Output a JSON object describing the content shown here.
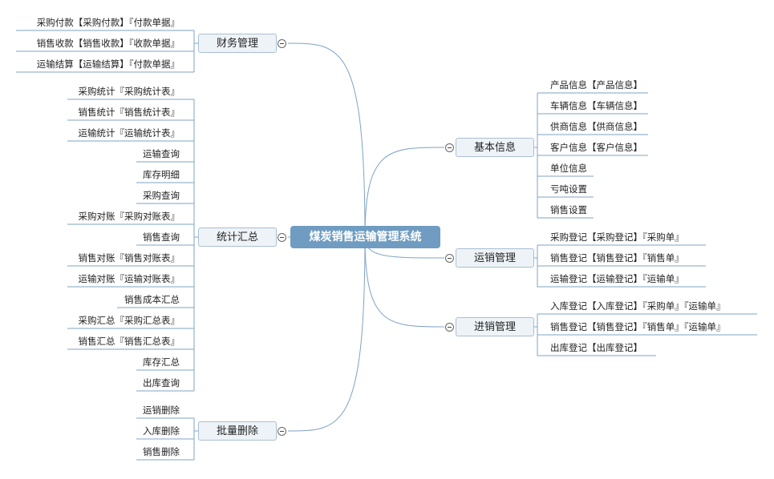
{
  "root": {
    "title": "煤炭销售运输管理系统"
  },
  "branches": [
    {
      "id": "caiwu",
      "label": "财务管理",
      "side": "left",
      "leaves": [
        "采购付款【采购付款】『付款单据』",
        "销售收款【销售收款】『收款单据』",
        "运输结算【运输结算】『付款单据』"
      ]
    },
    {
      "id": "tongji",
      "label": "统计汇总",
      "side": "left",
      "leaves": [
        "采购统计『采购统计表』",
        "销售统计『销售统计表』",
        "运输统计『运输统计表』",
        "运输查询",
        "库存明细",
        "采购查询",
        "采购对账『采购对账表』",
        "销售查询",
        "销售对账『销售对账表』",
        "运输对账『运输对账表』",
        "销售成本汇总",
        "采购汇总『采购汇总表』",
        "销售汇总『销售汇总表』",
        "库存汇总",
        "出库查询"
      ]
    },
    {
      "id": "piliang",
      "label": "批量删除",
      "side": "left",
      "leaves": [
        "运销删除",
        "入库删除",
        "销售删除"
      ]
    },
    {
      "id": "jiben",
      "label": "基本信息",
      "side": "right",
      "leaves": [
        "产品信息【产品信息】",
        "车辆信息【车辆信息】",
        "供商信息【供商信息】",
        "客户信息【客户信息】",
        "单位信息",
        "亏吨设置",
        "销售设置"
      ]
    },
    {
      "id": "yunxiao",
      "label": "运销管理",
      "side": "right",
      "leaves": [
        "采购登记【采购登记】『采购单』",
        "销售登记【销售登记】『销售单』",
        "运输登记【运输登记】『运输单』"
      ]
    },
    {
      "id": "jinxiao",
      "label": "进销管理",
      "side": "right",
      "leaves": [
        "入库登记【入库登记】『采购单』『运输单』",
        "销售登记【销售登记】『销售单』『运输单』",
        "出库登记【出库登记】"
      ]
    }
  ],
  "colors": {
    "connector": "#7fa3c3",
    "root_fill": "#6f9cc0",
    "branch_fill": "#eef3f8",
    "branch_border": "#a9bfd3"
  }
}
